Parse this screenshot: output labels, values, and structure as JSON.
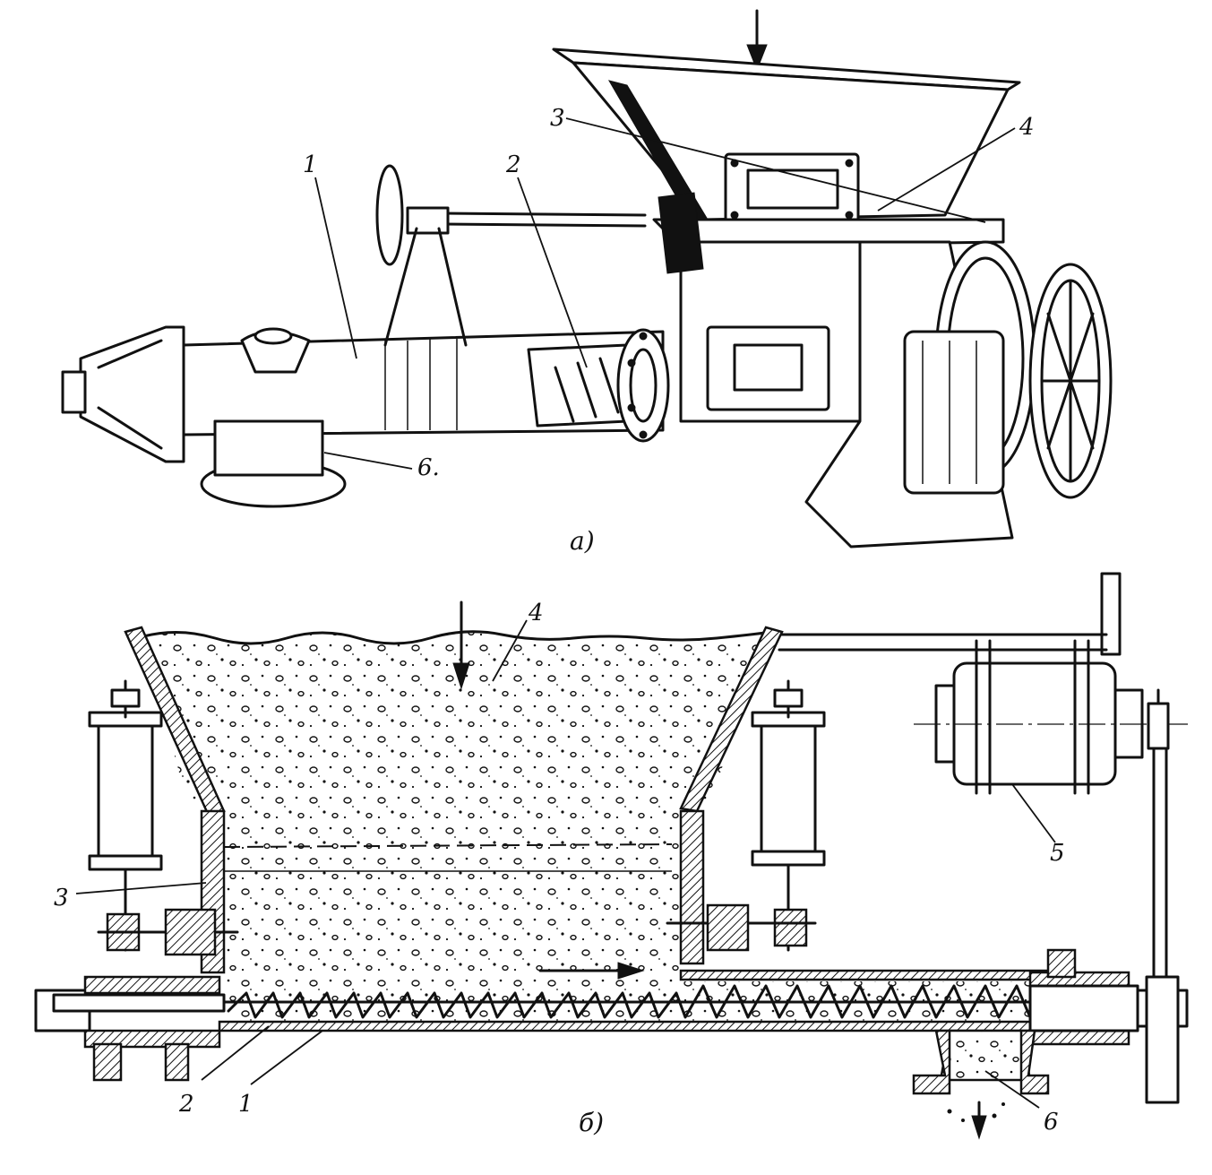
{
  "figure": {
    "panel_a": {
      "caption": "а)",
      "labels": {
        "l1": "1",
        "l2": "2",
        "l3": "3",
        "l4": "4",
        "l6": "6."
      }
    },
    "panel_b": {
      "caption": "б)",
      "labels": {
        "l1": "1",
        "l2": "2",
        "l3": "3",
        "l4": "4",
        "l5": "5",
        "l6": "6"
      }
    }
  }
}
